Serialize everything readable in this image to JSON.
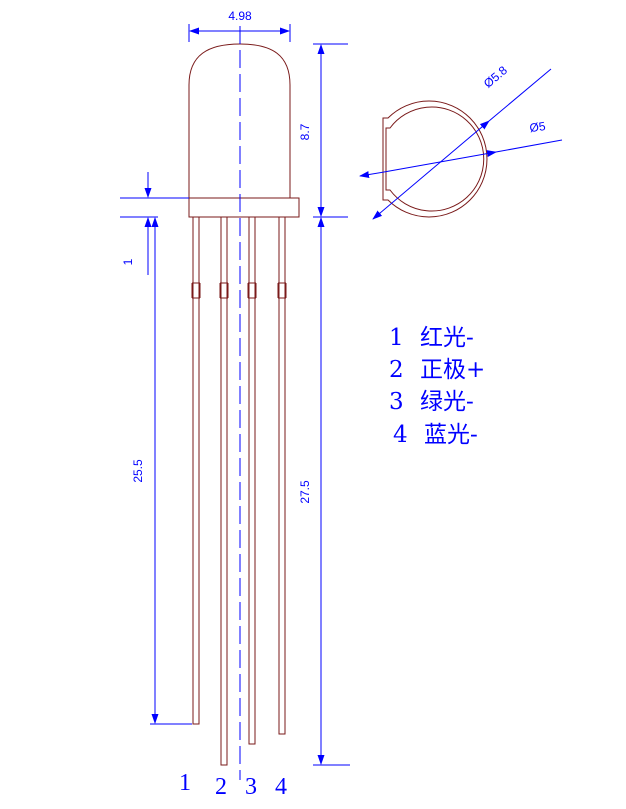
{
  "dimensions": {
    "body_width": "4.98",
    "dome_height": "8.7",
    "flange_height": "1",
    "short_lead_length": "25.5",
    "long_lead_length": "27.5",
    "flange_diameter": "Ø5.8",
    "body_diameter": "Ø5"
  },
  "pin_labels": [
    "1",
    "2",
    "3",
    "4"
  ],
  "legend": [
    {
      "num": "1",
      "text": "红光-"
    },
    {
      "num": "2",
      "text": "正极+"
    },
    {
      "num": "3",
      "text": "绿光-"
    },
    {
      "num": "4",
      "text": "蓝光-"
    }
  ],
  "colors": {
    "outline": "#7a1a1a",
    "dimension": "#0000ff"
  }
}
